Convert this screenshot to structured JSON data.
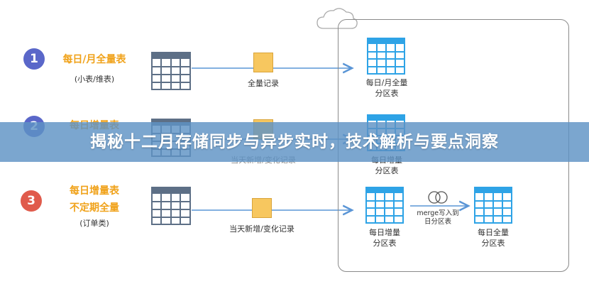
{
  "banner": {
    "title": "揭秘十二月存储同步与异步实时，技术解析与要点洞察"
  },
  "rows": [
    {
      "number": "1",
      "label_lines": [
        "每日/月全量表"
      ],
      "sub": "(小表/维表)",
      "square_caption": "全量记录",
      "target_caption_lines": [
        "每日/月全量",
        "分区表"
      ]
    },
    {
      "number": "2",
      "label_lines": [
        "每日增量表"
      ],
      "sub": "",
      "square_caption": "当天新增/变化记录",
      "target_caption_lines": [
        "每日增量",
        "分区表"
      ]
    },
    {
      "number": "3",
      "label_lines": [
        "每日增量表",
        "不定期全量"
      ],
      "sub": "(订单类)",
      "square_caption": "当天新增/变化记录",
      "target_caption_lines": [
        "每日增量",
        "分区表"
      ]
    }
  ],
  "merge": {
    "caption_lines": [
      "merge写入到",
      "日分区表"
    ],
    "target_caption_lines": [
      "每日全量",
      "分区表"
    ]
  },
  "colors": {
    "circle_blue": "#5a67c9",
    "circle_red": "#e05b4c",
    "orange": "#f0a21a",
    "src_table": "#5d6f86",
    "dst_table": "#2ea3e6",
    "arrow": "#5a95d6"
  }
}
